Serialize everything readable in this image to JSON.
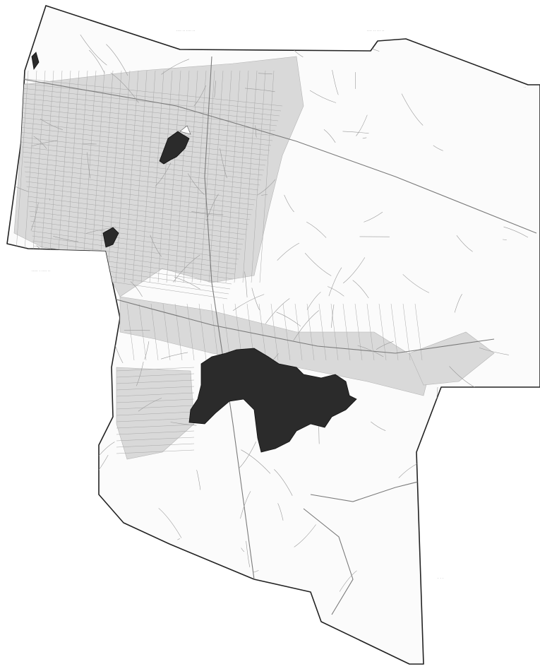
{
  "map": {
    "style": "grayscale municipal district map",
    "colors": {
      "background": "#ffffff",
      "boundary": "#222222",
      "district_fill": "#fbfbfb",
      "urban_fill": "#d9d9d9",
      "road": "#9a9a9a",
      "highlight": "#2b2b2b"
    },
    "highlighted_areas": [
      {
        "id": "west-edge-parcel"
      },
      {
        "id": "north-central-parcel"
      },
      {
        "id": "west-mid-parcel"
      },
      {
        "id": "south-central-district"
      }
    ],
    "edge_labels": {
      "top_left": "···· ·· ···· ··",
      "top_right": "···· ·· ··· ··",
      "left": "····· · ···· ··",
      "right_upper": "··",
      "right_lower": "· · ·"
    }
  }
}
